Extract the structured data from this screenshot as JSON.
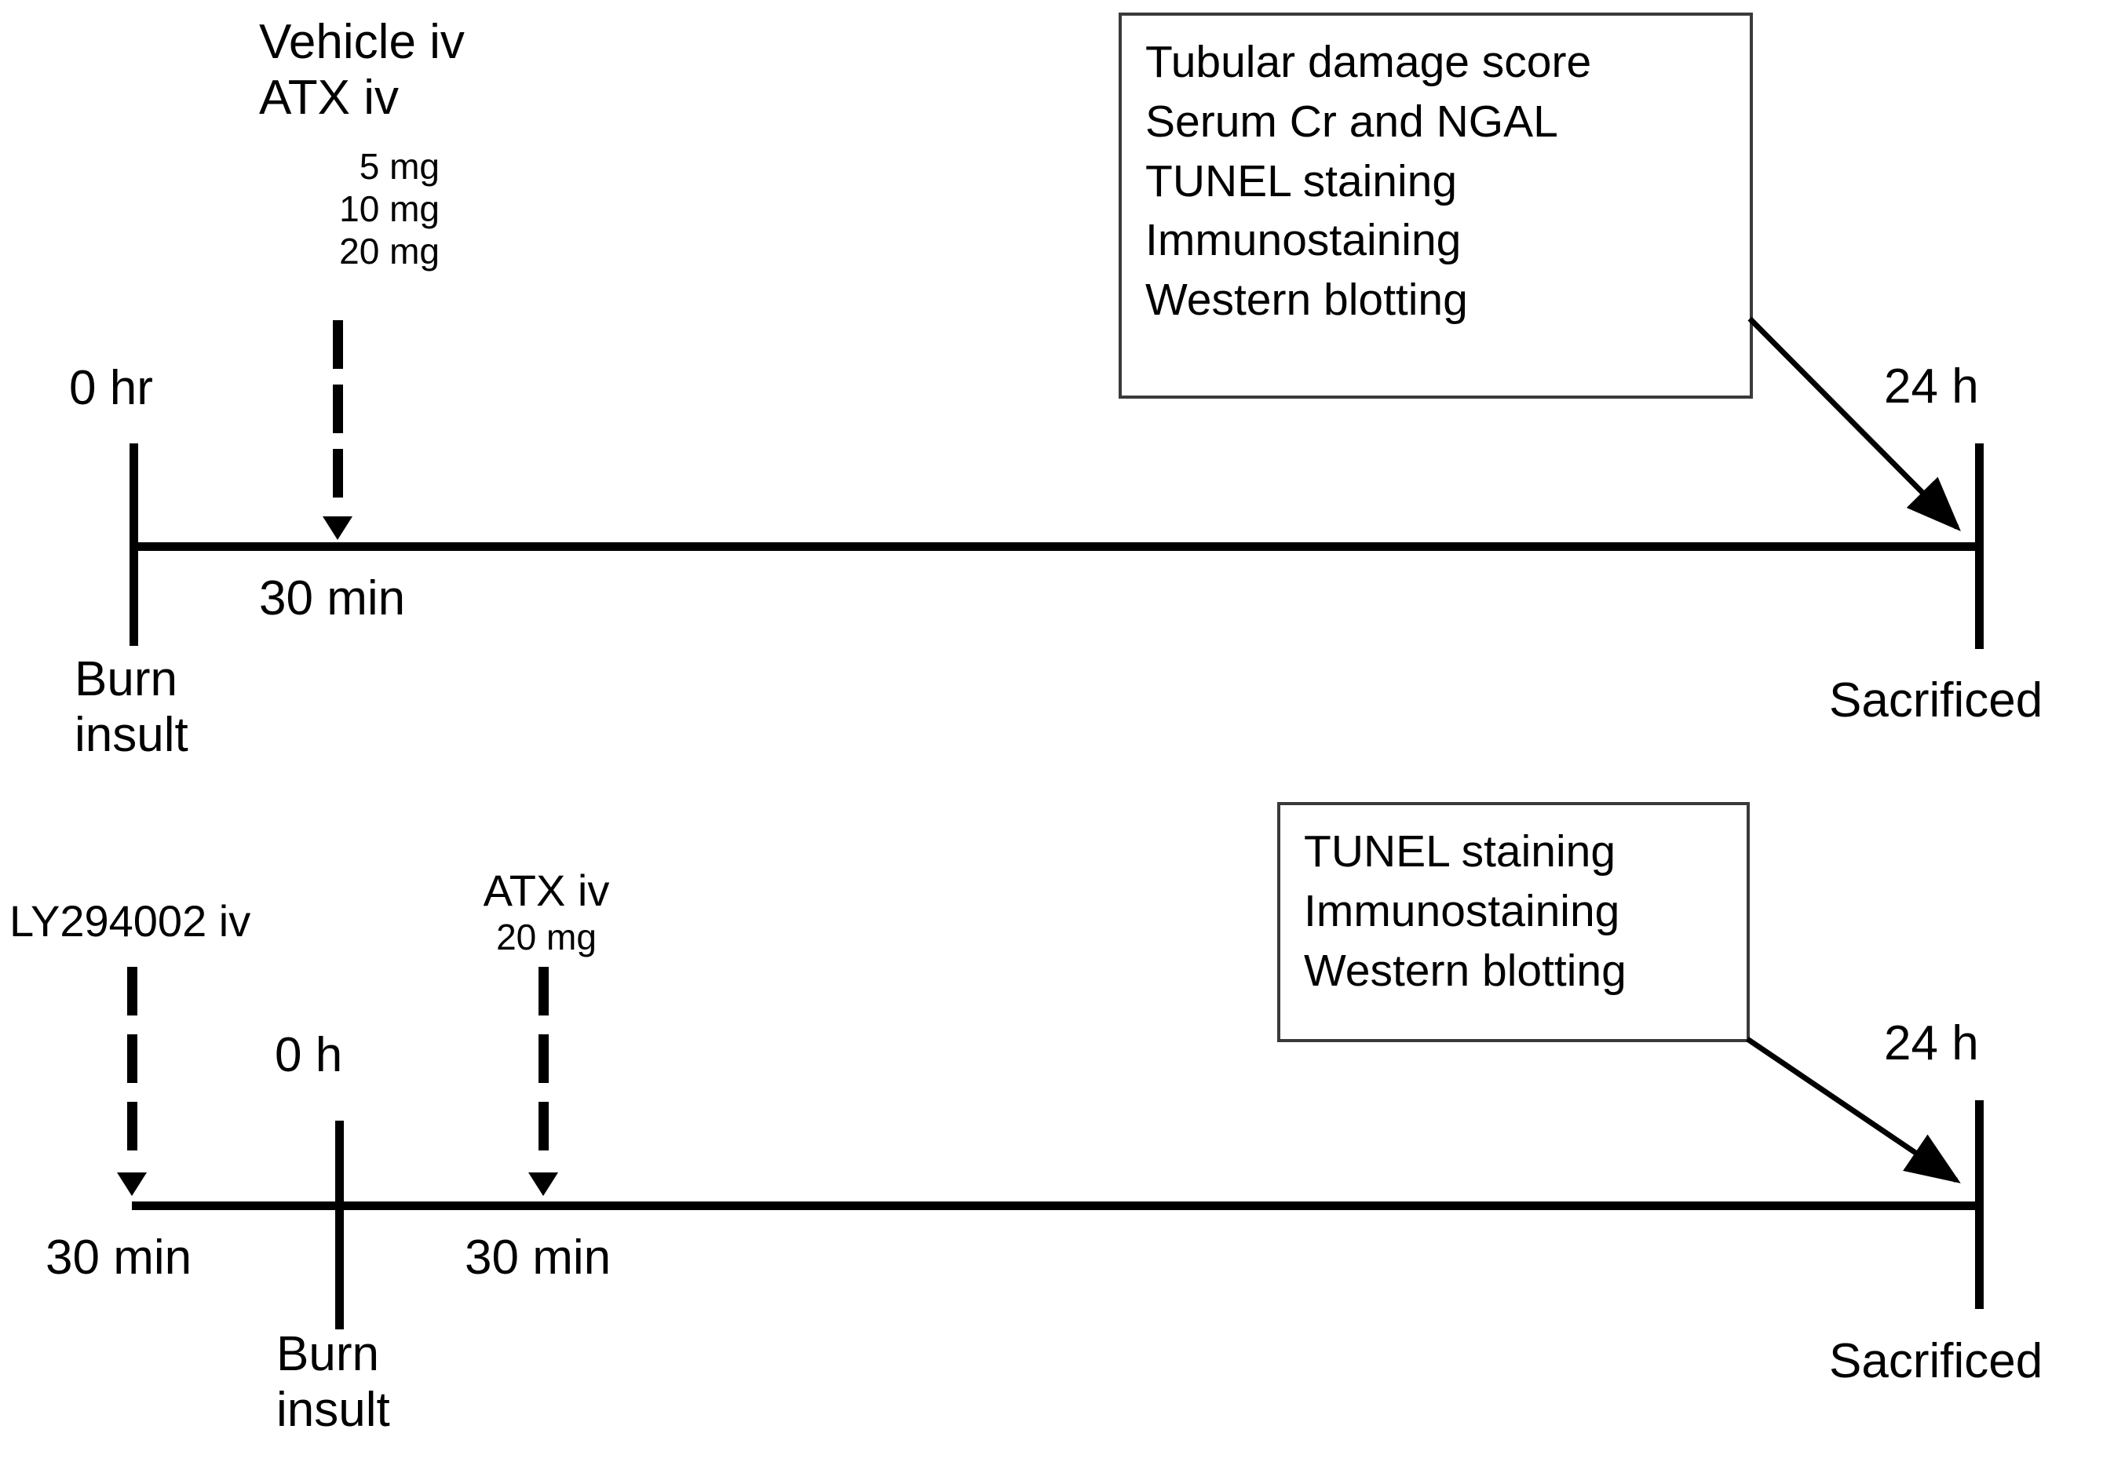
{
  "figure": {
    "type": "experimental-timeline",
    "panels": [
      {
        "id": "panel-top",
        "axis": {
          "start_label": "0 hr",
          "end_label": "24 h"
        },
        "start_event": {
          "line1": "Burn",
          "line2": "insult"
        },
        "end_event": "Sacrificed",
        "interval_label": "30 min",
        "treatment": {
          "line1": "Vehicle iv",
          "line2": "ATX iv",
          "doses": [
            "5 mg",
            "10 mg",
            "20 mg"
          ]
        },
        "assay_box": {
          "items": [
            "Tubular damage score",
            "Serum Cr and NGAL",
            "TUNEL staining",
            "Immunostaining",
            "Western blotting"
          ]
        }
      },
      {
        "id": "panel-bottom",
        "axis": {
          "start_label": "0 h",
          "end_label": "24 h"
        },
        "start_event": {
          "line1": "Burn",
          "line2": "insult"
        },
        "end_event": "Sacrificed",
        "interval_label_left": "30 min",
        "interval_label_right": "30 min",
        "pretreatment": {
          "line1": "LY294002 iv"
        },
        "treatment": {
          "line1": "ATX iv",
          "dose": "20 mg"
        },
        "assay_box": {
          "items": [
            "TUNEL staining",
            "Immunostaining",
            "Western blotting"
          ]
        }
      }
    ],
    "colors": {
      "line": "#000000",
      "box_border": "#3a3a3a",
      "background": "#ffffff",
      "text": "#000000"
    }
  }
}
